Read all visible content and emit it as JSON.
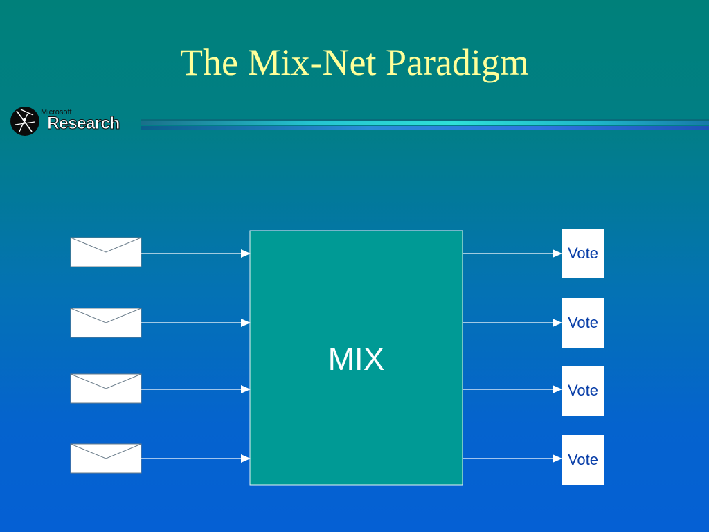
{
  "slide": {
    "title": "The Mix-Net Paradigm"
  },
  "logo": {
    "small_text": "Microsoft",
    "big_text": "Research"
  },
  "diagram": {
    "mix_label": "MIX",
    "inputs": [
      {
        "kind": "envelope"
      },
      {
        "kind": "envelope"
      },
      {
        "kind": "envelope"
      },
      {
        "kind": "envelope"
      }
    ],
    "outputs": [
      {
        "label": "Vote"
      },
      {
        "label": "Vote"
      },
      {
        "label": "Vote"
      },
      {
        "label": "Vote"
      }
    ]
  },
  "colors": {
    "title": "#ffff99",
    "mix_box": "#009a95",
    "vote_text": "#0a3fa8"
  }
}
